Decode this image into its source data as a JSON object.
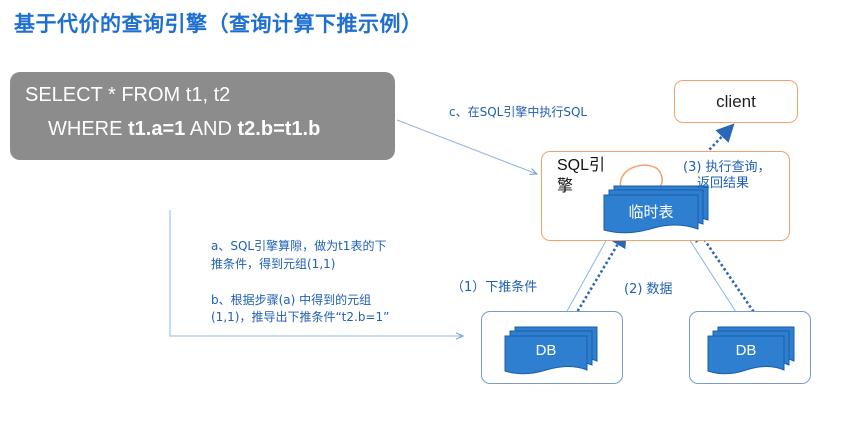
{
  "title": "基于代价的查询引擎（查询计算下推示例）",
  "sql": {
    "line1": "SELECT * FROM t1, t2",
    "line2_prefix": "WHERE ",
    "line2_cond1": "t1.a=1",
    "line2_and": " AND ",
    "line2_cond2": "t2.b=t1.b"
  },
  "nodes": {
    "client": "client",
    "engine": "SQL引擎",
    "temp_table": "临时表",
    "db1": "DB",
    "db2": "DB"
  },
  "labels": {
    "step_c": "c、在SQL引擎中执行SQL",
    "step_3_line1": "(3) 执行查询，",
    "step_3_line2": "返回结果",
    "step_a_line1": "a、SQL引擎算隙，做为t1表的下",
    "step_a_line2": "推条件，得到元组(1,1)",
    "step_b_line1": "b、根据步骤(a) 中得到的元组",
    "step_b_line2": "(1,1)，推导出下推条件“t2.b=1”",
    "step_1": "（1）下推条件",
    "step_2": "(2) 数据"
  },
  "colors": {
    "title": "#1f6fd0",
    "sql_box": "#8c8c8c",
    "stack_fill": "#2f7fd1",
    "stack_stroke": "#1a5ea8",
    "dotted_arrow": "#2a67b6",
    "thin_line": "#8cb4e0",
    "orange_border": "#f0a46a",
    "label_text": "#1f5fb4"
  }
}
